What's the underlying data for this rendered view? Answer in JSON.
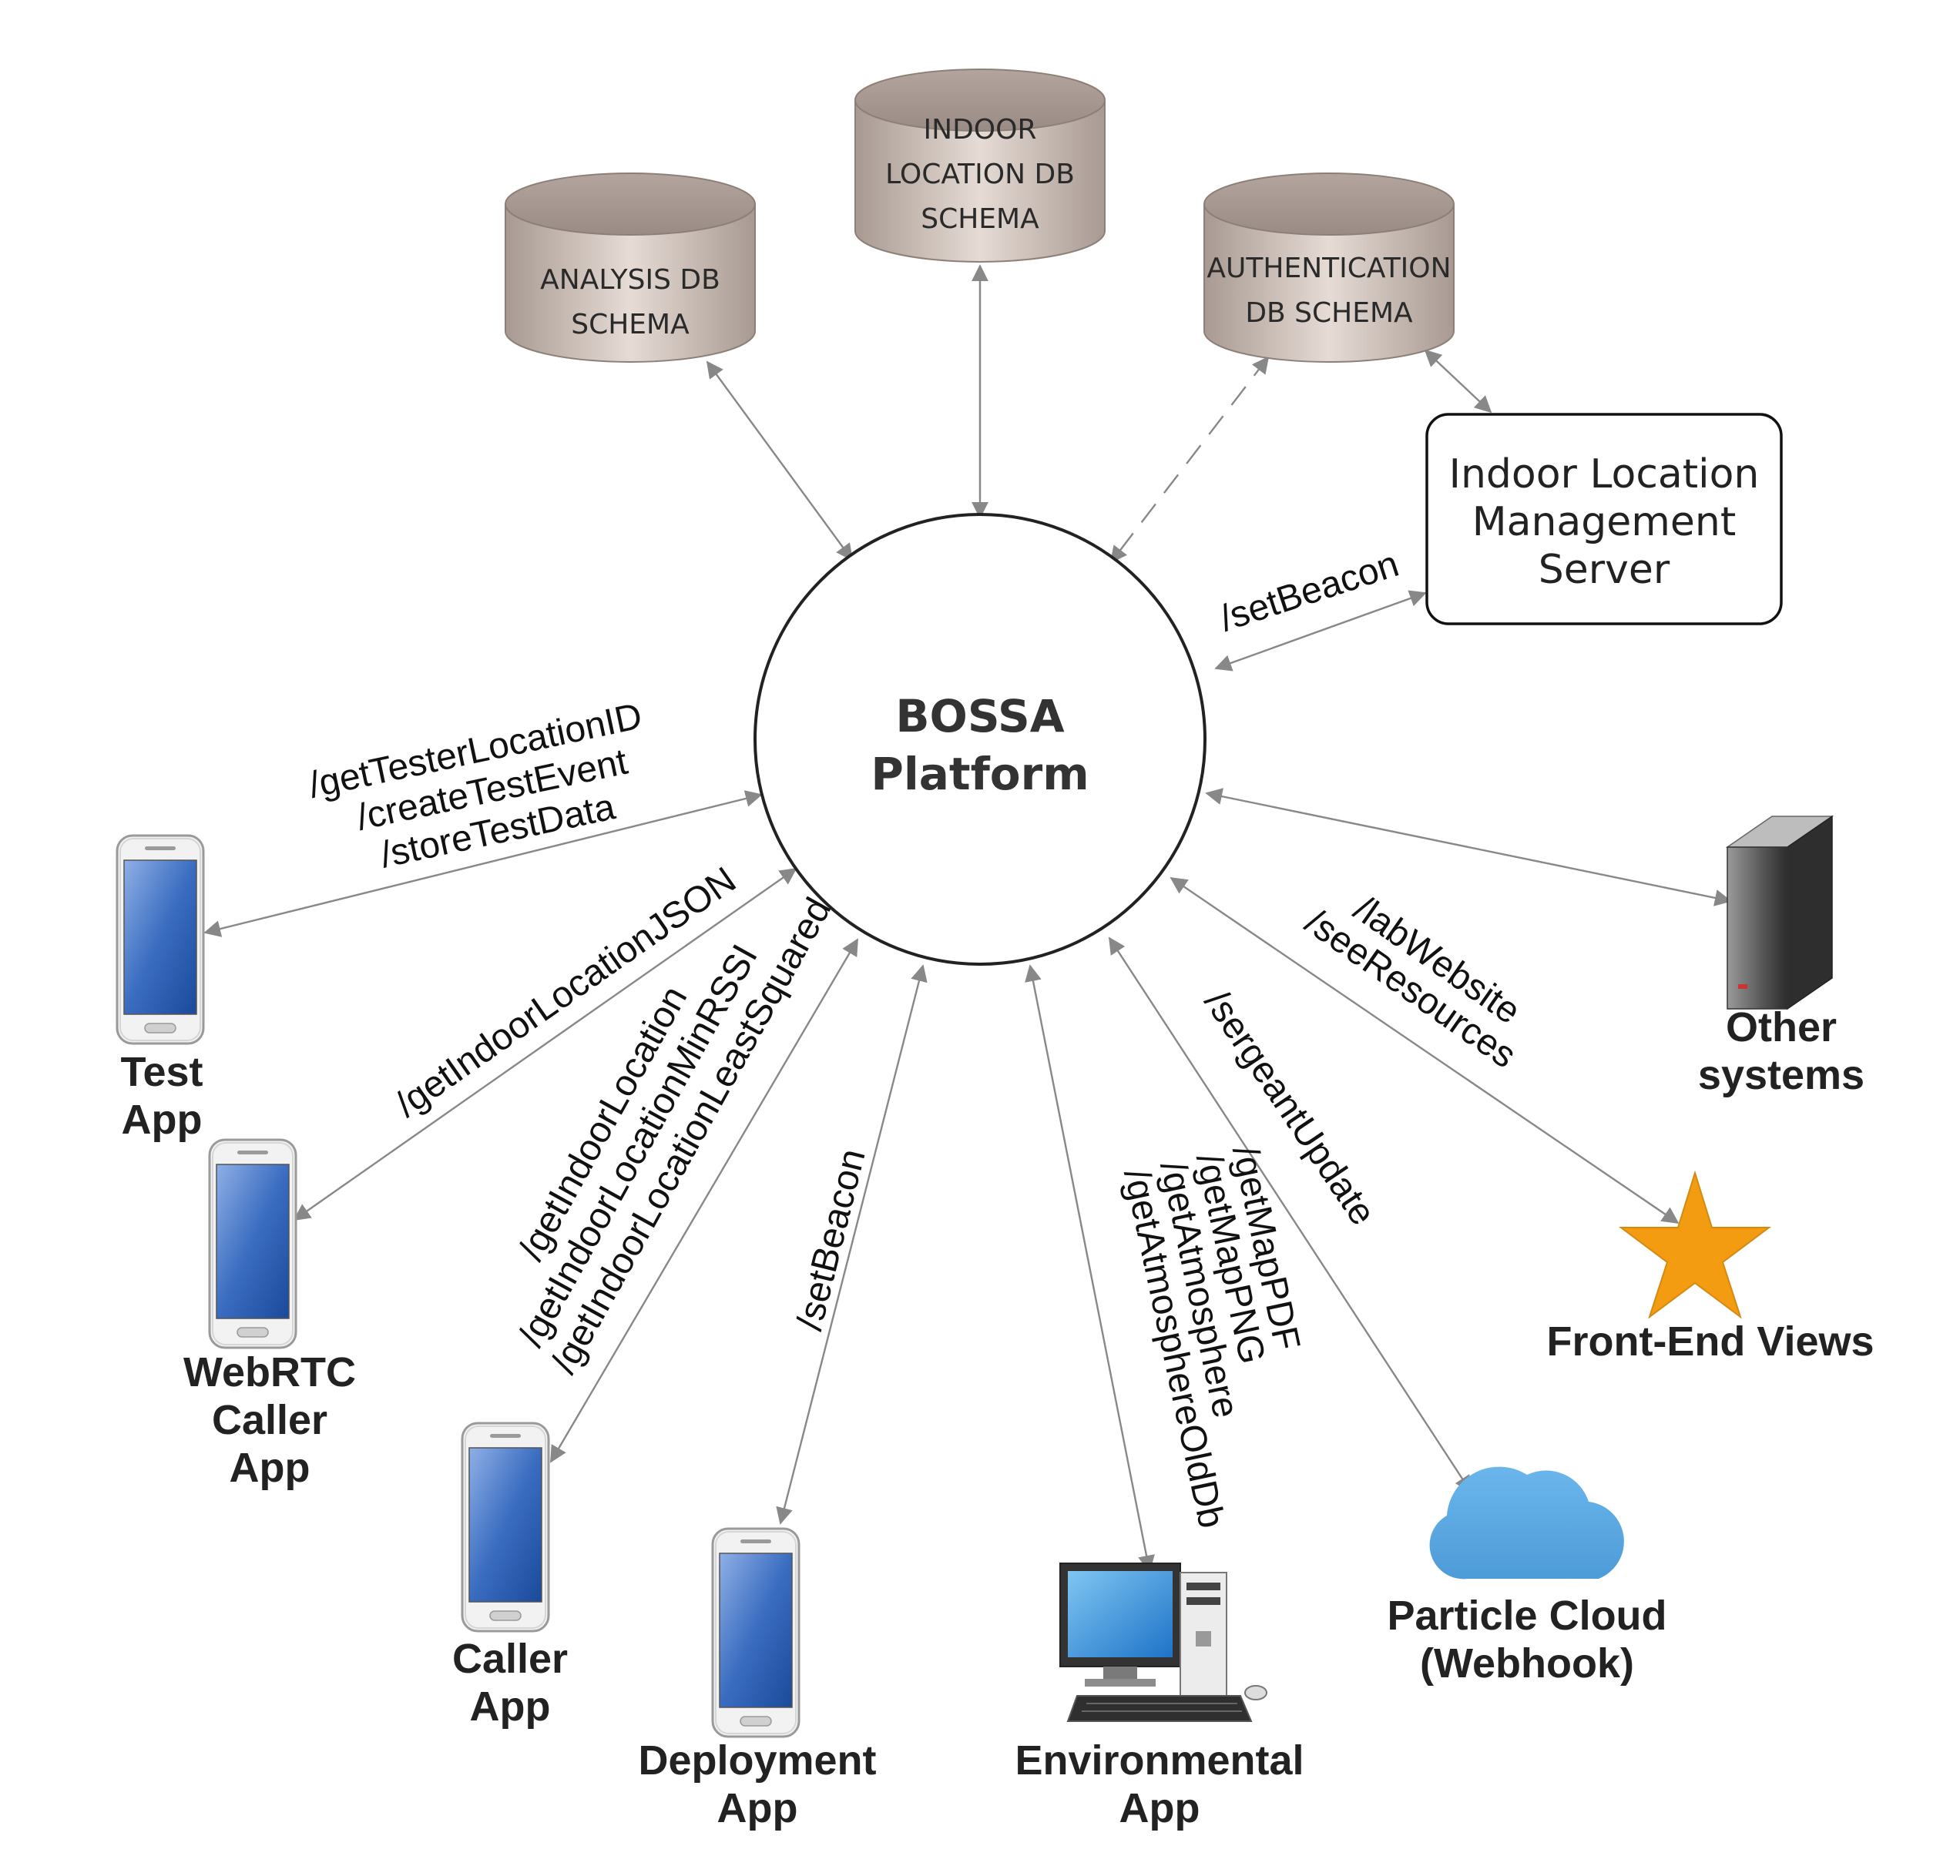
{
  "databases": {
    "indoor": [
      "INDOOR",
      "LOCATION DB",
      "SCHEMA"
    ],
    "analysis": [
      "ANALYSIS DB",
      "SCHEMA"
    ],
    "authentication": [
      "AUTHENTICATION",
      "DB SCHEMA"
    ]
  },
  "server": {
    "lines": [
      "Indoor Location",
      "Management",
      "Server"
    ]
  },
  "center": {
    "line1": "BOSSA",
    "line2": "Platform"
  },
  "nodes": {
    "test_app": [
      "Test",
      "App"
    ],
    "webrtc_app": [
      "WebRTC",
      "Caller",
      "App"
    ],
    "caller_app": [
      "Caller",
      "App"
    ],
    "deployment_app": [
      "Deployment",
      "App"
    ],
    "environmental_app": [
      "Environmental",
      "App"
    ],
    "particle_cloud": [
      "Particle Cloud",
      "(Webhook)"
    ],
    "front_end": [
      "Front-End Views"
    ],
    "other_systems": [
      "Other",
      "systems"
    ]
  },
  "edge_labels": {
    "server": [
      "/setBeacon"
    ],
    "test_app": [
      "/getTesterLocationID",
      "/createTestEvent",
      "/storeTestData"
    ],
    "webrtc_app": [
      "/getIndoorLocationJSON"
    ],
    "caller_app": [
      "/getIndoorLocation",
      "/getIndoorLocationMinRSSI",
      "/getIndoorLocationLeastSquared"
    ],
    "deployment_app": [
      "/setBeacon"
    ],
    "environmental_app": [
      "/getMapPDF",
      "/getMapPNG",
      "/getAtmosphere",
      "/getAtmosphereOldDb"
    ],
    "particle_cloud": [
      "/sergeantUpdate"
    ],
    "front_end": [
      "/labWebsite",
      "/seeResources"
    ]
  },
  "colors": {
    "db_fill": "#c8b8ae",
    "phone_screen": "#2f62b4",
    "star": "#f39c12",
    "cloud": "#5aa9e0",
    "edge": "#888888"
  }
}
